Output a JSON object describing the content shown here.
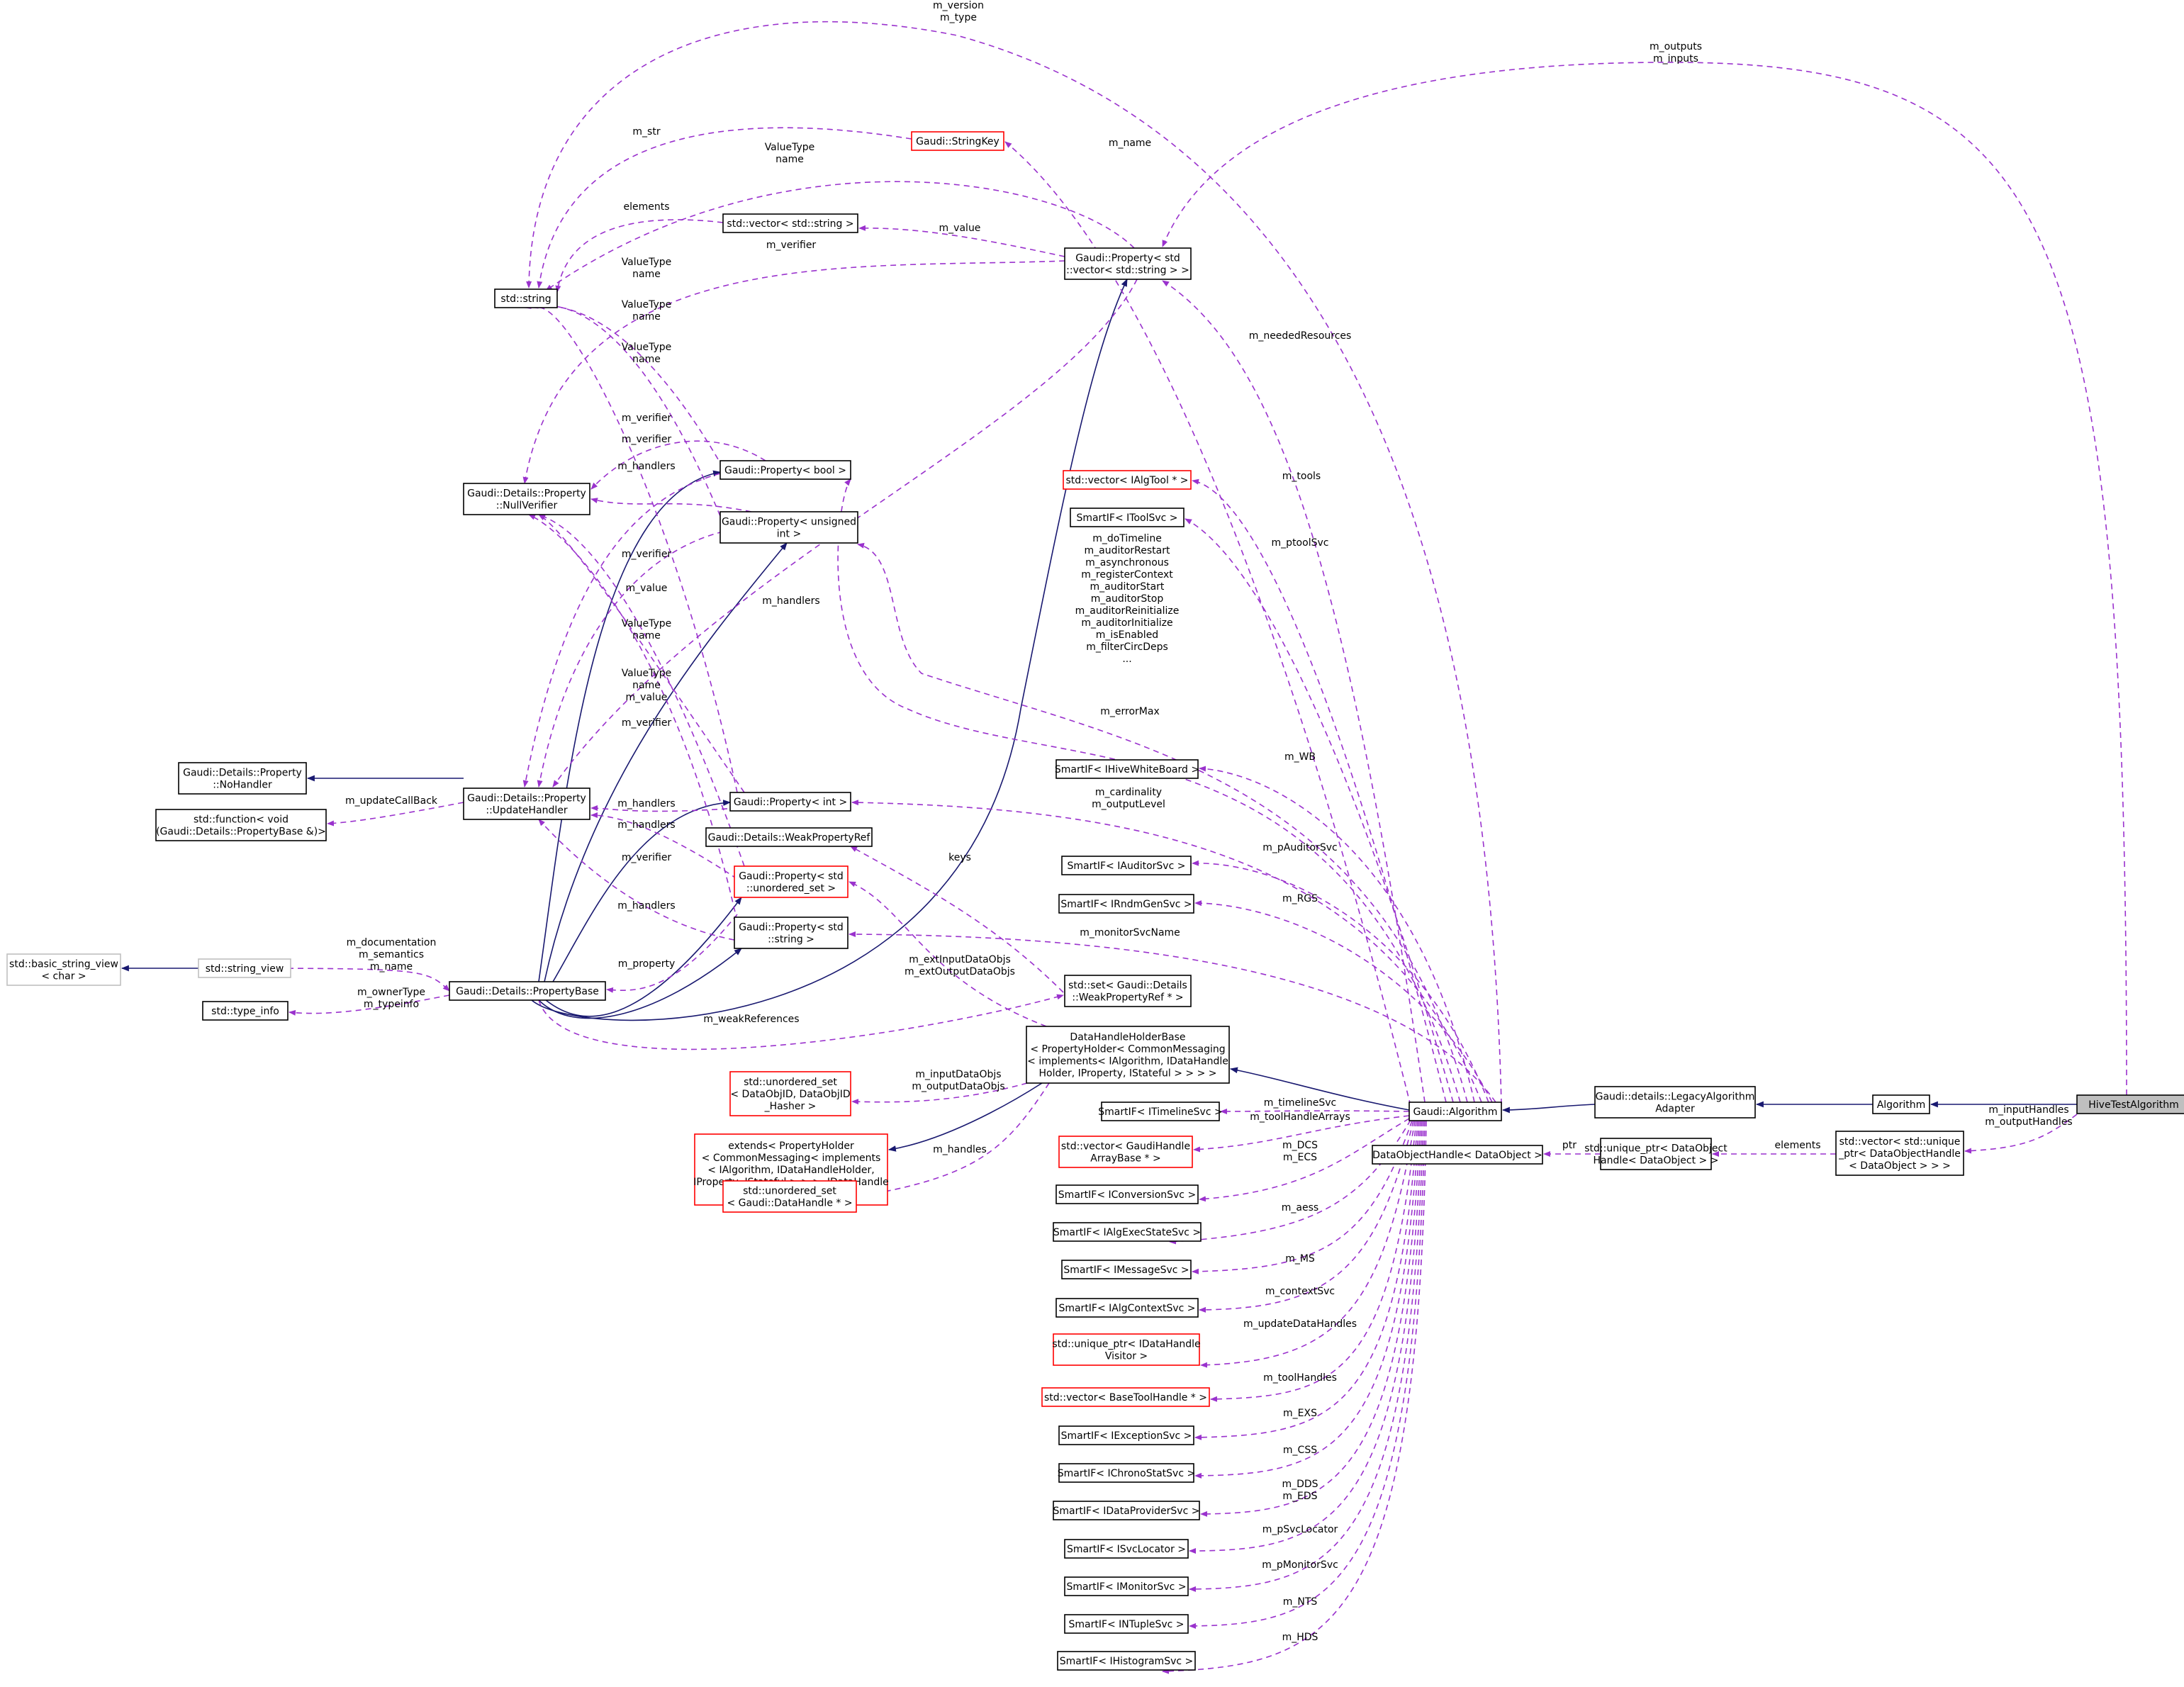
{
  "nodes": [
    {
      "id": "hive",
      "lines": [
        "HiveTestAlgorithm"
      ],
      "style": "hl"
    },
    {
      "id": "algorithm_wrap",
      "lines": [
        "Algorithm"
      ]
    },
    {
      "id": "legacy",
      "lines": [
        "Gaudi::details::LegacyAlgorithm",
        "Adapter"
      ]
    },
    {
      "id": "gaudi_algorithm",
      "lines": [
        "Gaudi::Algorithm"
      ]
    },
    {
      "id": "dhh_base",
      "lines": [
        "DataHandleHolderBase",
        "< PropertyHolder< CommonMessaging",
        "< implements< IAlgorithm, IDataHandle",
        "Holder, IProperty, IStateful > > > >"
      ]
    },
    {
      "id": "extends_ph",
      "lines": [
        "extends< PropertyHolder",
        "< CommonMessaging< implements",
        "< IAlgorithm, IDataHandleHolder,",
        "IProperty, IStateful > > >, IDataHandle",
        "Holder >"
      ],
      "style": "red"
    },
    {
      "id": "uset_dataobjid",
      "lines": [
        "std::unordered_set",
        "< DataObjID, DataObjID",
        "_Hasher >"
      ],
      "style": "red"
    },
    {
      "id": "uset_datahandle",
      "lines": [
        "std::unordered_set",
        "< Gaudi::DataHandle * >"
      ],
      "style": "red"
    },
    {
      "id": "vec_unique_doh",
      "lines": [
        "std::vector< std::unique",
        "_ptr< DataObjectHandle",
        "< DataObject > > >"
      ]
    },
    {
      "id": "unique_doh",
      "lines": [
        "std::unique_ptr< DataObject",
        "Handle< DataObject > >"
      ]
    },
    {
      "id": "doh",
      "lines": [
        "DataObjectHandle< DataObject >"
      ]
    },
    {
      "id": "std_string",
      "lines": [
        "std::string"
      ]
    },
    {
      "id": "string_key",
      "lines": [
        "Gaudi::StringKey"
      ],
      "style": "red"
    },
    {
      "id": "vec_string",
      "lines": [
        "std::vector< std::string >"
      ]
    },
    {
      "id": "prop_vec_string",
      "lines": [
        "Gaudi::Property< std",
        "::vector< std::string > >"
      ]
    },
    {
      "id": "null_verifier",
      "lines": [
        "Gaudi::Details::Property",
        "::NullVerifier"
      ]
    },
    {
      "id": "prop_bool",
      "lines": [
        "Gaudi::Property< bool >"
      ]
    },
    {
      "id": "prop_uint",
      "lines": [
        "Gaudi::Property< unsigned",
        "int >"
      ]
    },
    {
      "id": "no_handler",
      "lines": [
        "Gaudi::Details::Property",
        "::NoHandler"
      ]
    },
    {
      "id": "update_handler",
      "lines": [
        "Gaudi::Details::Property",
        "::UpdateHandler"
      ]
    },
    {
      "id": "std_function",
      "lines": [
        "std::function< void",
        "(Gaudi::Details::PropertyBase &)>"
      ]
    },
    {
      "id": "prop_int",
      "lines": [
        "Gaudi::Property< int >"
      ]
    },
    {
      "id": "weak_prop_ref",
      "lines": [
        "Gaudi::Details::WeakPropertyRef"
      ]
    },
    {
      "id": "prop_uset",
      "lines": [
        "Gaudi::Property< std",
        "::unordered_set >"
      ],
      "style": "red"
    },
    {
      "id": "prop_std_string",
      "lines": [
        "Gaudi::Property< std",
        "::string >"
      ]
    },
    {
      "id": "basic_string_view",
      "lines": [
        "std::basic_string_view",
        "< char >"
      ],
      "style": "grey"
    },
    {
      "id": "string_view",
      "lines": [
        "std::string_view"
      ],
      "style": "grey"
    },
    {
      "id": "property_base",
      "lines": [
        "Gaudi::Details::PropertyBase"
      ]
    },
    {
      "id": "type_info",
      "lines": [
        "std::type_info"
      ]
    },
    {
      "id": "set_weak_ref",
      "lines": [
        "std::set< Gaudi::Details",
        "::WeakPropertyRef * >"
      ]
    },
    {
      "id": "vec_ialgtool",
      "lines": [
        "std::vector< IAlgTool * >"
      ],
      "style": "red"
    },
    {
      "id": "sif_toolsvc",
      "lines": [
        "SmartIF< IToolSvc >"
      ]
    },
    {
      "id": "sif_whiteboard",
      "lines": [
        "SmartIF< IHiveWhiteBoard >"
      ]
    },
    {
      "id": "sif_auditorsvc",
      "lines": [
        "SmartIF< IAuditorSvc >"
      ]
    },
    {
      "id": "sif_rndmgensvc",
      "lines": [
        "SmartIF< IRndmGenSvc >"
      ]
    },
    {
      "id": "sif_timelinesvc",
      "lines": [
        "SmartIF< ITimelineSvc >"
      ]
    },
    {
      "id": "vec_gaudihandle",
      "lines": [
        "std::vector< GaudiHandle",
        "ArrayBase * >"
      ],
      "style": "red"
    },
    {
      "id": "sif_conversionsvc",
      "lines": [
        "SmartIF< IConversionSvc >"
      ]
    },
    {
      "id": "sif_algexecstatesvc",
      "lines": [
        "SmartIF< IAlgExecStateSvc >"
      ]
    },
    {
      "id": "sif_messagesvc",
      "lines": [
        "SmartIF< IMessageSvc >"
      ]
    },
    {
      "id": "sif_algcontextsvc",
      "lines": [
        "SmartIF< IAlgContextSvc >"
      ]
    },
    {
      "id": "unique_visitor",
      "lines": [
        "std::unique_ptr< IDataHandle",
        "Visitor >"
      ],
      "style": "red"
    },
    {
      "id": "vec_basetoolhandle",
      "lines": [
        "std::vector< BaseToolHandle * >"
      ],
      "style": "red"
    },
    {
      "id": "sif_exceptionsvc",
      "lines": [
        "SmartIF< IExceptionSvc >"
      ]
    },
    {
      "id": "sif_chronostatsvc",
      "lines": [
        "SmartIF< IChronoStatSvc >"
      ]
    },
    {
      "id": "sif_dataprovidersvc",
      "lines": [
        "SmartIF< IDataProviderSvc >"
      ]
    },
    {
      "id": "sif_svclocator",
      "lines": [
        "SmartIF< ISvcLocator >"
      ]
    },
    {
      "id": "sif_monitorsvc",
      "lines": [
        "SmartIF< IMonitorSvc >"
      ]
    },
    {
      "id": "sif_ntuplesvc",
      "lines": [
        "SmartIF< INTupleSvc >"
      ]
    },
    {
      "id": "sif_histogramsvc",
      "lines": [
        "SmartIF< IHistogramSvc >"
      ]
    }
  ],
  "edge_labels": [
    {
      "id": "l_version",
      "lines": [
        "m_version",
        "m_type"
      ]
    },
    {
      "id": "l_outputs",
      "lines": [
        "m_outputs",
        "m_inputs"
      ]
    },
    {
      "id": "l_str",
      "lines": [
        "m_str"
      ]
    },
    {
      "id": "l_name",
      "lines": [
        "m_name"
      ]
    },
    {
      "id": "l_valuetype1",
      "lines": [
        "ValueType",
        "name"
      ]
    },
    {
      "id": "l_elements",
      "lines": [
        "elements"
      ]
    },
    {
      "id": "l_value1",
      "lines": [
        "m_value"
      ]
    },
    {
      "id": "l_verifier1",
      "lines": [
        "m_verifier"
      ]
    },
    {
      "id": "l_valuetype2",
      "lines": [
        "ValueType",
        "name"
      ]
    },
    {
      "id": "l_valuetype3",
      "lines": [
        "ValueType",
        "name"
      ]
    },
    {
      "id": "l_valuetype4",
      "lines": [
        "ValueType",
        "name"
      ]
    },
    {
      "id": "l_needed",
      "lines": [
        "m_neededResources"
      ]
    },
    {
      "id": "l_verifier2",
      "lines": [
        "m_verifier"
      ]
    },
    {
      "id": "l_verifier3",
      "lines": [
        "m_verifier"
      ]
    },
    {
      "id": "l_handlers1",
      "lines": [
        "m_handlers"
      ]
    },
    {
      "id": "l_tools",
      "lines": [
        "m_tools"
      ]
    },
    {
      "id": "l_ptoolsvc",
      "lines": [
        "m_ptoolSvc"
      ]
    },
    {
      "id": "l_flags",
      "lines": [
        "m_doTimeline",
        "m_auditorRestart",
        "m_asynchronous",
        "m_registerContext",
        "m_auditorStart",
        "m_auditorStop",
        "m_auditorReinitialize",
        "m_auditorInitialize",
        "m_isEnabled",
        "m_filterCircDeps",
        "..."
      ]
    },
    {
      "id": "l_verifier4",
      "lines": [
        "m_verifier"
      ]
    },
    {
      "id": "l_value2",
      "lines": [
        "m_value"
      ]
    },
    {
      "id": "l_handlers2",
      "lines": [
        "m_handlers"
      ]
    },
    {
      "id": "l_valuetype5",
      "lines": [
        "ValueType",
        "name"
      ]
    },
    {
      "id": "l_valuetype6",
      "lines": [
        "ValueType",
        "name",
        "m_value"
      ]
    },
    {
      "id": "l_errormax",
      "lines": [
        "m_errorMax"
      ]
    },
    {
      "id": "l_verifier5",
      "lines": [
        "m_verifier"
      ]
    },
    {
      "id": "l_wb",
      "lines": [
        "m_WB"
      ]
    },
    {
      "id": "l_updatecallback",
      "lines": [
        "m_updateCallBack"
      ]
    },
    {
      "id": "l_cardinality",
      "lines": [
        "m_cardinality",
        "m_outputLevel"
      ]
    },
    {
      "id": "l_handlers3",
      "lines": [
        "m_handlers"
      ]
    },
    {
      "id": "l_handlers4",
      "lines": [
        "m_handlers"
      ]
    },
    {
      "id": "l_keys",
      "lines": [
        "keys"
      ]
    },
    {
      "id": "l_pauditorsvc",
      "lines": [
        "m_pAuditorSvc"
      ]
    },
    {
      "id": "l_verifier6",
      "lines": [
        "m_verifier"
      ]
    },
    {
      "id": "l_rgs",
      "lines": [
        "m_RGS"
      ]
    },
    {
      "id": "l_handlers5",
      "lines": [
        "m_handlers"
      ]
    },
    {
      "id": "l_monitorsvcname",
      "lines": [
        "m_monitorSvcName"
      ]
    },
    {
      "id": "l_documentation",
      "lines": [
        "m_documentation",
        "m_semantics",
        "m_name"
      ]
    },
    {
      "id": "l_extinput",
      "lines": [
        "m_extInputDataObjs",
        "m_extOutputDataObjs"
      ]
    },
    {
      "id": "l_property",
      "lines": [
        "m_property"
      ]
    },
    {
      "id": "l_ownertype",
      "lines": [
        "m_ownerType",
        "m_typeinfo"
      ]
    },
    {
      "id": "l_weakrefs",
      "lines": [
        "m_weakReferences"
      ]
    },
    {
      "id": "l_inputdataobjs",
      "lines": [
        "m_inputDataObjs",
        "m_outputDataObjs"
      ]
    },
    {
      "id": "l_inputhandles",
      "lines": [
        "m_inputHandles",
        "m_outputHandles"
      ]
    },
    {
      "id": "l_timelinesvc",
      "lines": [
        "m_timelineSvc"
      ]
    },
    {
      "id": "l_toolhandlearrays",
      "lines": [
        "m_toolHandleArrays"
      ]
    },
    {
      "id": "l_ptr",
      "lines": [
        "ptr"
      ]
    },
    {
      "id": "l_elements2",
      "lines": [
        "elements"
      ]
    },
    {
      "id": "l_handles",
      "lines": [
        "m_handles"
      ]
    },
    {
      "id": "l_dcs",
      "lines": [
        "m_DCS",
        "m_ECS"
      ]
    },
    {
      "id": "l_aess",
      "lines": [
        "m_aess"
      ]
    },
    {
      "id": "l_ms",
      "lines": [
        "m_MS"
      ]
    },
    {
      "id": "l_contextsvc",
      "lines": [
        "m_contextSvc"
      ]
    },
    {
      "id": "l_updatedatahandles",
      "lines": [
        "m_updateDataHandles"
      ]
    },
    {
      "id": "l_toolhandles",
      "lines": [
        "m_toolHandles"
      ]
    },
    {
      "id": "l_exs",
      "lines": [
        "m_EXS"
      ]
    },
    {
      "id": "l_css",
      "lines": [
        "m_CSS"
      ]
    },
    {
      "id": "l_dds",
      "lines": [
        "m_DDS",
        "m_EDS"
      ]
    },
    {
      "id": "l_psvclocator",
      "lines": [
        "m_pSvcLocator"
      ]
    },
    {
      "id": "l_pmonitorsvc",
      "lines": [
        "m_pMonitorSvc"
      ]
    },
    {
      "id": "l_nts",
      "lines": [
        "m_NTS"
      ]
    },
    {
      "id": "l_hds",
      "lines": [
        "m_HDS"
      ]
    }
  ],
  "colors": {
    "dependency_edge": "#9a32cd",
    "inheritance_edge": "#191970",
    "highlight_fill": "#bfbfbf",
    "missing_class_border": "#ff0000",
    "external_class_border": "#bfbfbf"
  }
}
